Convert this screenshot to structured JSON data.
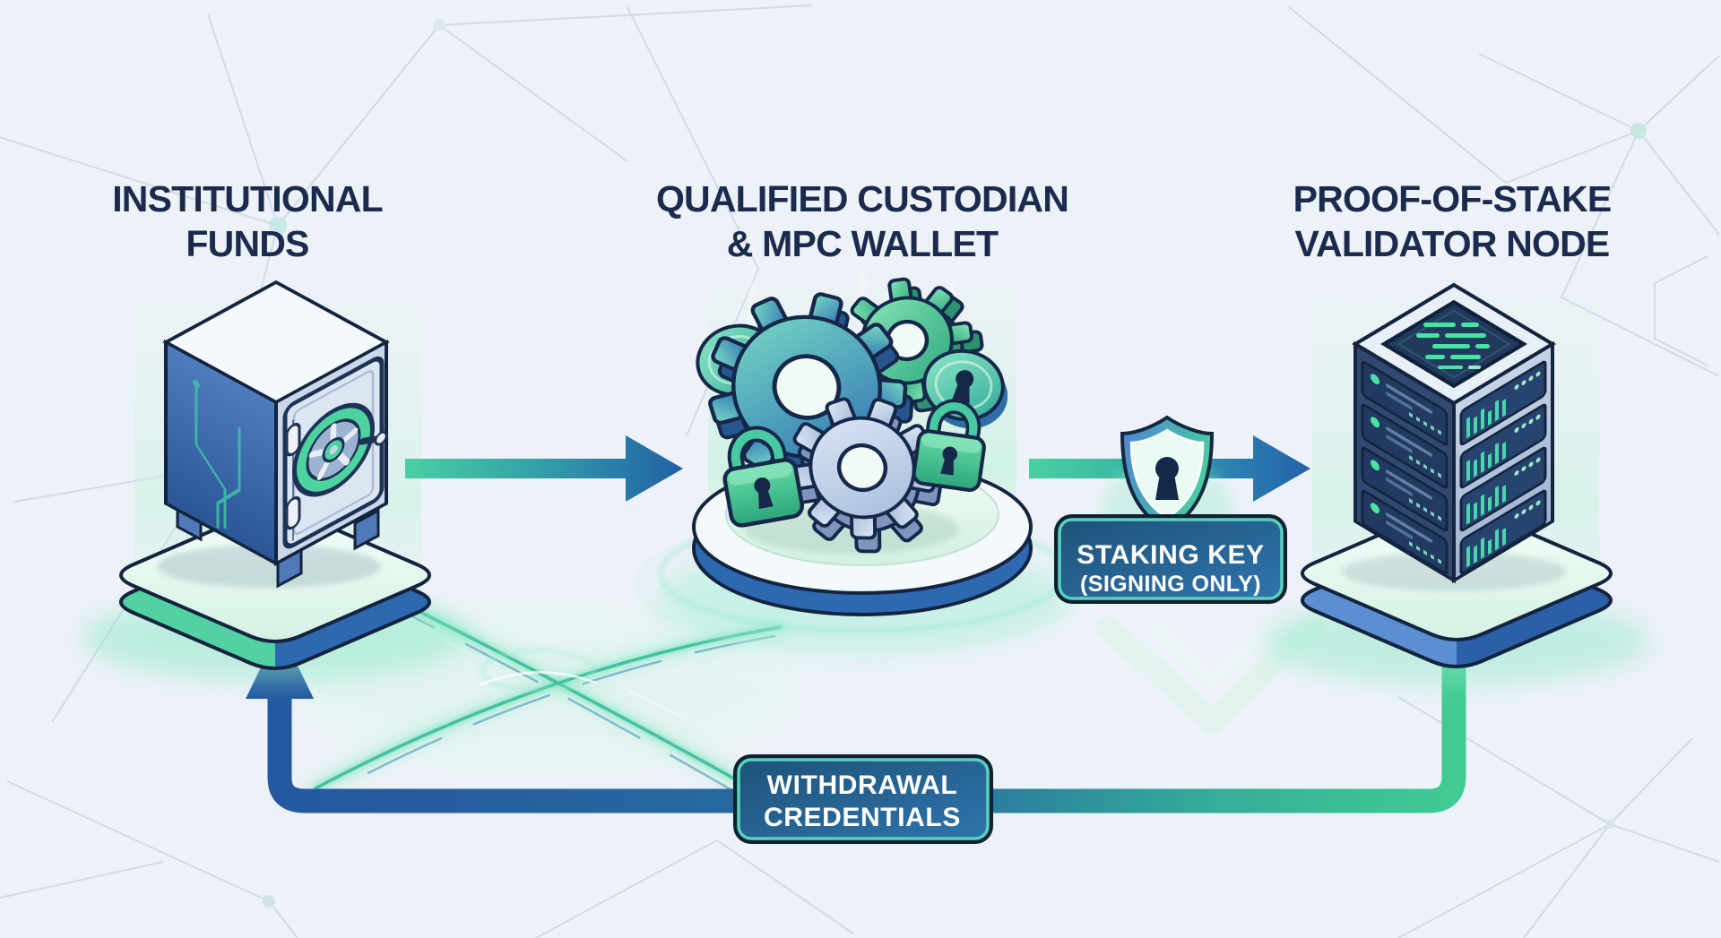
{
  "diagram": {
    "titles": {
      "funds": {
        "line1": "INSTITUTIONAL",
        "line2": "FUNDS"
      },
      "custodian": {
        "line1": "QUALIFIED CUSTODIAN",
        "line2": "& MPC WALLET"
      },
      "validator": {
        "line1": "PROOF-OF-STAKE",
        "line2": "VALIDATOR NODE"
      }
    },
    "badges": {
      "staking_key": {
        "line1": "STAKING KEY",
        "line2": "(SIGNING ONLY)"
      },
      "withdrawal": {
        "line1": "WITHDRAWAL",
        "line2": "CREDENTIALS"
      }
    },
    "icons": {
      "funds": "vault-safe-icon",
      "custodian": "gears-and-padlocks-icon",
      "validator": "server-rack-icon",
      "key_guard": "shield-keyhole-icon"
    },
    "flows": [
      {
        "from": "INSTITUTIONAL FUNDS",
        "to": "QUALIFIED CUSTODIAN & MPC WALLET",
        "label": ""
      },
      {
        "from": "QUALIFIED CUSTODIAN & MPC WALLET",
        "to": "PROOF-OF-STAKE VALIDATOR NODE",
        "label": "STAKING KEY (SIGNING ONLY)"
      },
      {
        "from": "PROOF-OF-STAKE VALIDATOR NODE",
        "to": "INSTITUTIONAL FUNDS",
        "label": "WITHDRAWAL CREDENTIALS"
      }
    ],
    "colors": {
      "background": "#EDF1F8",
      "title_text": "#1B2B4D",
      "accent_teal": "#3ECF9A",
      "accent_blue": "#2563A8",
      "badge_fill_start": "#1E5379",
      "badge_fill_end": "#2F74AD",
      "badge_border": "#5AD5C0",
      "badge_outline": "#0D2133",
      "platform_teal": "#52D2A2",
      "platform_blue": "#2E68B0",
      "server_led_green": "#47E3A2",
      "outline_navy": "#14243E"
    }
  }
}
